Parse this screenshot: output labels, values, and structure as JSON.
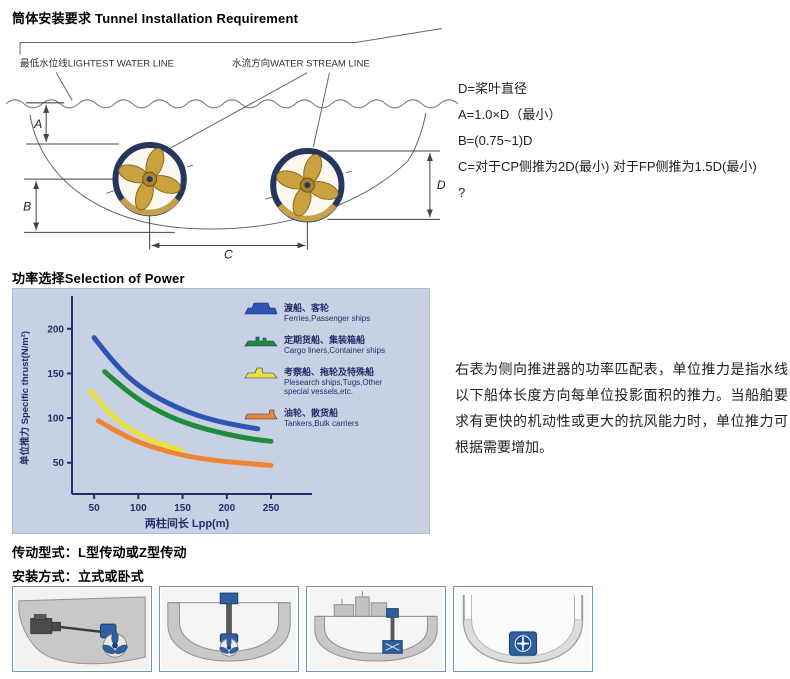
{
  "sections": {
    "tunnel": {
      "title": "筒体安装要求 Tunnel Installation Requirement"
    },
    "power": {
      "title": "功率选择Selection of Power"
    },
    "transmission": {
      "title": "传动型式：L型传动或Z型传动"
    },
    "mounting": {
      "title": "安装方式：立式或卧式"
    }
  },
  "diagram": {
    "lightest_water_line_label": "最低水位线LIGHTEST WATER LINE",
    "water_stream_line_label": "水流方向WATER STREAM LINE",
    "dims": {
      "a": "A",
      "b": "B",
      "c": "C",
      "d": "D"
    }
  },
  "specs": {
    "lines": [
      "D=桨叶直径",
      "A=1.0×D（最小）",
      "B=(0.75~1)D",
      "C=对于CP侧推为2D(最小) 对于FP侧推为1.5D(最小)",
      "?"
    ]
  },
  "chart_data": {
    "type": "line",
    "title": "",
    "xlabel": "两柱间长 Lpp(m)",
    "ylabel": "单位推力 Specific thrust(N/m²)",
    "x_ticks": [
      50,
      100,
      150,
      200,
      250
    ],
    "y_ticks": [
      50,
      100,
      150,
      200
    ],
    "xlim": [
      25,
      285
    ],
    "ylim": [
      15,
      230
    ],
    "grid": false,
    "legend_position": "top-right",
    "background_color": "#c8d1e3",
    "axis_color": "#232d6b",
    "series": [
      {
        "name_cn": "渡船、客轮",
        "name_en": "Ferries,Passenger ships",
        "icon": "ferry-ship-icon",
        "color": "#2f55b4",
        "x": [
          50,
          75,
          105,
          140,
          175,
          210,
          235
        ],
        "y": [
          190,
          158,
          132,
          113,
          100,
          92,
          88
        ]
      },
      {
        "name_cn": "定期货船、集装箱船",
        "name_en": "Cargo liners,Container ships",
        "icon": "cargo-ship-icon",
        "color": "#1f8c3b",
        "x": [
          62,
          90,
          125,
          160,
          195,
          225,
          250
        ],
        "y": [
          152,
          127,
          106,
          92,
          83,
          77,
          74
        ]
      },
      {
        "name_cn": "考察船、拖轮及特殊船",
        "name_en": "Plesearch ships,Tugs,Other special vessels,etc.",
        "icon": "special-vessel-icon",
        "color": "#e9e23e",
        "x": [
          46,
          65,
          88,
          112,
          135,
          148
        ],
        "y": [
          130,
          107,
          89,
          76,
          68,
          64
        ]
      },
      {
        "name_cn": "油轮、散货船",
        "name_en": "Tankers,Bulk carriers",
        "icon": "tanker-ship-icon",
        "color": "#ef8432",
        "x": [
          55,
          85,
          120,
          155,
          190,
          225,
          250
        ],
        "y": [
          97,
          79,
          66,
          57,
          52,
          49,
          47
        ]
      }
    ]
  },
  "power_note": "右表为侧向推进器的功率匹配表，单位推力是指水线以下船体长度方向每单位投影面积的推力。当船舶要求有更快的机动性或更大的抗风能力时，单位推力可根据需要增加。"
}
